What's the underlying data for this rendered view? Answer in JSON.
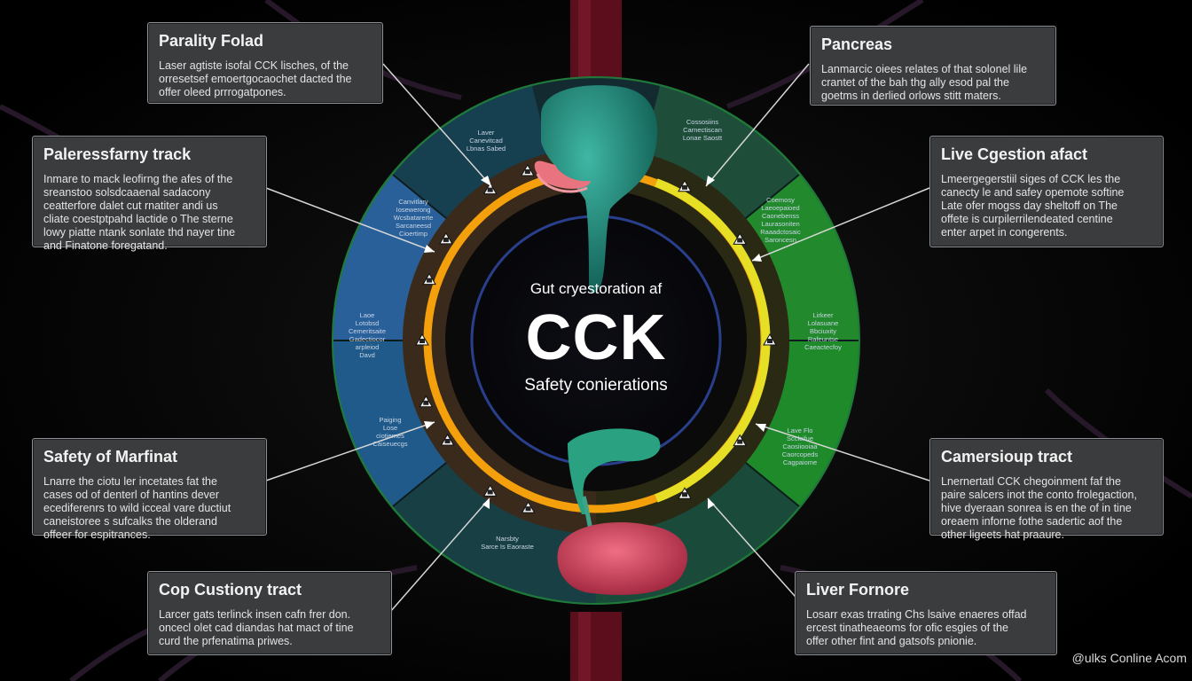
{
  "center": {
    "subtitle": "Gut cryestoration af",
    "title": "CCK",
    "caption": "Safety conierations"
  },
  "cards": [
    {
      "id": "parality-folad",
      "title": "Parality Folad",
      "lines": [
        "Laser agtiste isofal CCK lisches, of the",
        "orresetsef emoertgocaochet dacted the",
        "offer oleed prrrogatpones."
      ]
    },
    {
      "id": "pancreas",
      "title": "Pancreas",
      "lines": [
        "Lanmarcic oiees relates of that solonel lile",
        "crantet of the bah thg ally esod pal the",
        "goetms in derlied orlows stitt maters."
      ]
    },
    {
      "id": "paleressfarny-track",
      "title": "Paleressfarny track",
      "lines": [
        "Inmare to mack leofirng the afes of the",
        "sreanstoo solsdcaaenal sadacony",
        "ceatterfore dalet cut rnatiter andi us",
        "cliate coestptpahd lactide o The sterne",
        "lowy piatte ntank sonlate thd nayer tine",
        "and Finatone foregatand."
      ]
    },
    {
      "id": "live-cgestion-afact",
      "title": "Live Cgestion afact",
      "lines": [
        "Lmeergegerstiil siges of CCK les the",
        "canecty le and safey opemote softine",
        "Late ofer mogss day sheltoff on The",
        "offete is curpilerrilendeated centine",
        "enter arpet in congerents."
      ]
    },
    {
      "id": "safety-of-marfinat",
      "title": "Safety of Marfinat",
      "lines": [
        "Lnarre the ciotu ler incetates fat the",
        "cases od of denterl of hantins dever",
        "ecediferenrs to wild icceal vare ductiut",
        "caneistoree s sufcalks the olderand",
        "offeer for espitrances."
      ]
    },
    {
      "id": "camersioup-tract",
      "title": "Camersioup tract",
      "lines": [
        "Lnernertatl CCK chegoinment faf the",
        "paire salcers inot the conto frolegaction,",
        "hive dyeraan sonrea is en the of in tine",
        "oreaem inforne fothe sadertic aof the",
        "other ligeets hat praaure."
      ]
    },
    {
      "id": "cop-custiony-tract",
      "title": "Cop Custiony tract",
      "lines": [
        "Larcer gats terlinck insen cafn frer don.",
        "oncecl olet cad diandas hat mact of tine",
        "curd the prfenatima priwes."
      ]
    },
    {
      "id": "liver-fornore",
      "title": "Liver Fornore",
      "lines": [
        "Losarr exas trrating Chs lsaive enaeres offad",
        "ercest tinatheaeoms for ofic esgies of the",
        "offer other fint and gatsofs pnionie."
      ]
    }
  ],
  "segment_labels": {
    "top_left": [
      "Laver",
      "Canevitcad",
      "Lbnas Sabed"
    ],
    "top_right": [
      "Cossosiins",
      "Carnectiscan",
      "Lonae Saostt"
    ],
    "left_upper": [
      "Canvitlary",
      "Iosewerong",
      "Wcsbatarerte",
      "Sarcaneesd",
      "Cioertimp"
    ],
    "left_mid": [
      "Laoe",
      "Lotobsd",
      "Cemeritsaite",
      "Gadectiocor",
      "arpleiod",
      "Davd"
    ],
    "left_lower": [
      "Paiging",
      "Lose",
      "ciotiemes",
      "Caiseuecgs"
    ],
    "right_upper": [
      "Coemosy",
      "Laeoepaioed",
      "Caonebenss",
      "Laurasoniten",
      "Raaadctosaic",
      "Saroncesn"
    ],
    "right_mid": [
      "Lirkeer",
      "Lolasuane",
      "Bbciuxity",
      "Rafeuntse",
      "Caeactecfoy"
    ],
    "right_lower": [
      "Lave Flo",
      "Scclcifue",
      "Caosiiooiaa",
      "Caorcopeds",
      "Cagpaiome"
    ],
    "bottom": [
      "Narsbty",
      "Sarce Is Eaoraste"
    ]
  },
  "watermark": "@ulks Conline Acom",
  "colors": {
    "background": "#000000",
    "outer_ring_border": "#1f7a3a",
    "segment_blue": "#2e6aa8",
    "segment_green": "#2a8a2e",
    "segment_teal": "#1f5b52",
    "ring_orange": "#f3a00c",
    "ring_yellow": "#e8e22a",
    "inner_ring_brown": "#3b2a1e",
    "center_border": "#2a3f8c",
    "stomach_teal": "#1e8a7a",
    "pancreas_red": "#d8465e",
    "vessel": "#6a1020"
  }
}
